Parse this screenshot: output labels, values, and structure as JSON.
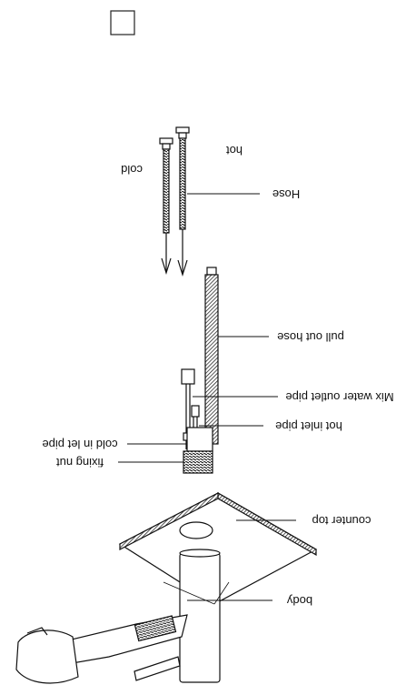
{
  "diagram": {
    "labels": {
      "hot": "hot",
      "cold": "cold",
      "hose": "Hose",
      "pull_out_hose": "pull out hose",
      "mix_water_outlet_pipe": "Mix water outlet pipe",
      "hot_inlet_pipe": "hot inlet pipe",
      "cold_inlet_pipe": "cold in let pipe",
      "fixing_nut": "fixing nut",
      "counter_top": "counter top",
      "body": "body"
    },
    "orientation": "rotated 180 degrees (upside down)",
    "colors": {
      "line": "#111111",
      "fill": "#ffffff",
      "shade": "#555555"
    }
  }
}
